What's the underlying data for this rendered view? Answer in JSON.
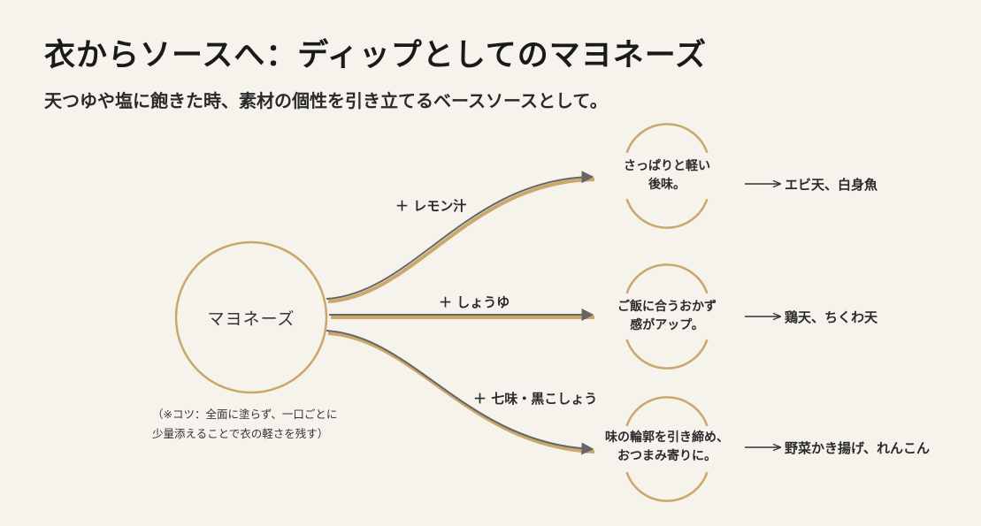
{
  "colors": {
    "background": "#f6f3ec",
    "gold": "#c9a86a",
    "line": "#666666"
  },
  "title": "衣からソースへ：ディップとしてのマヨネーズ",
  "subtitle": "天つゆや塩に飽きた時、素材の個性を引き立てるベースソースとして。",
  "center": {
    "label": "マヨネーズ"
  },
  "note": {
    "line1": "（※コツ：全面に塗らず、一口ごとに",
    "line2": "少量添えることで衣の軽さを残す）"
  },
  "branches": [
    {
      "addition": "＋ レモン汁",
      "effect_line1": "さっぱりと軽い",
      "effect_line2": "後味。",
      "pairing": "エビ天、白身魚"
    },
    {
      "addition": "＋ しょうゆ",
      "effect_line1": "ご飯に合うおかず",
      "effect_line2": "感がアップ。",
      "pairing": "鶏天、ちくわ天"
    },
    {
      "addition": "＋ 七味・黒こしょう",
      "effect_line1": "味の輪郭を引き締め、",
      "effect_line2": "おつまみ寄りに。",
      "pairing": "野菜かき揚げ、れんこん"
    }
  ]
}
